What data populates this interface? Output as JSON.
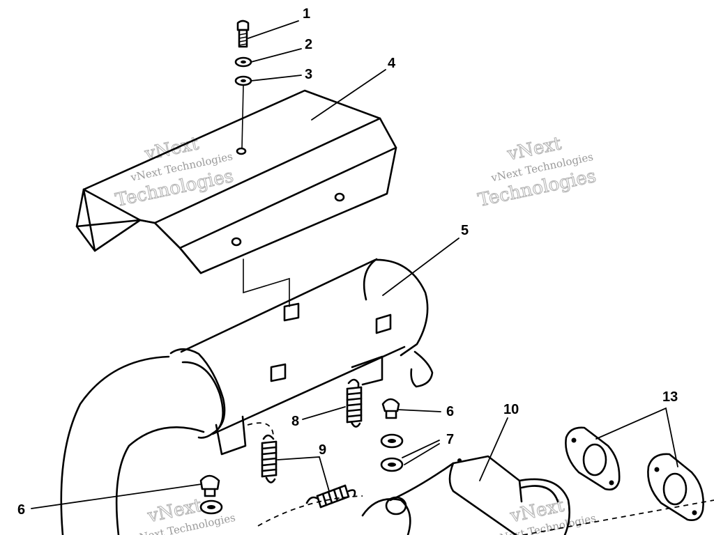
{
  "callouts": {
    "c1": "1",
    "c2": "2",
    "c3": "3",
    "c4": "4",
    "c5": "5",
    "c6a": "6",
    "c6b": "6",
    "c7": "7",
    "c8": "8",
    "c9": "9",
    "c10": "10",
    "c13": "13"
  },
  "watermark": {
    "line1": "vNext",
    "line2": "Technologies",
    "line3": "vNext Technologies"
  },
  "colors": {
    "ink": "#000000",
    "watermark": "#b5b5b5",
    "background": "#ffffff"
  }
}
